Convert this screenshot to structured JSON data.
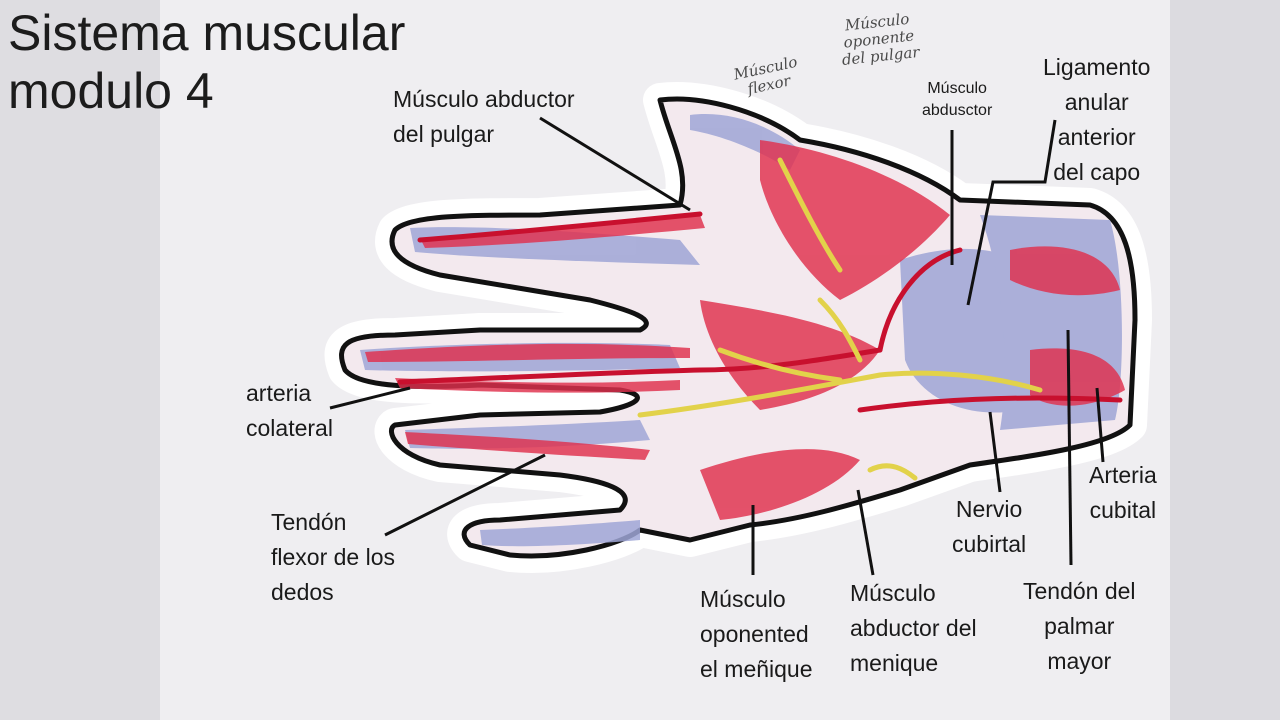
{
  "title": {
    "line1": "Sistema muscular",
    "line2": "modulo 4"
  },
  "handwritten": {
    "flexor": [
      "Músculo",
      "flexor"
    ],
    "oponente": [
      "Músculo",
      "oponente",
      "del pulgar"
    ]
  },
  "labels": {
    "abductor_pulgar": [
      "Músculo abductor",
      "del pulgar"
    ],
    "abductor": [
      "Músculo",
      "abdusctor"
    ],
    "ligamento": [
      "Ligamento",
      "anular",
      "anterior",
      "del capo"
    ],
    "arteria_colateral": [
      "arteria",
      "colateral"
    ],
    "tendon_flexor": [
      "Tendón",
      "flexor de los",
      "dedos"
    ],
    "oponente_menique": [
      "Músculo",
      "oponented",
      "el meñique"
    ],
    "abductor_menique": [
      "Músculo",
      "abductor del",
      "menique"
    ],
    "nervio": [
      "Nervio",
      "cubirtal"
    ],
    "tendon_palmar": [
      "Tendón del",
      "palmar",
      "mayor"
    ],
    "arteria_cubital": [
      "Arteria",
      "cubital"
    ]
  },
  "colors": {
    "muscle": "#e0304d",
    "tendon": "#9fa6d6",
    "nerve": "#e2d24a",
    "outline": "#111111"
  }
}
